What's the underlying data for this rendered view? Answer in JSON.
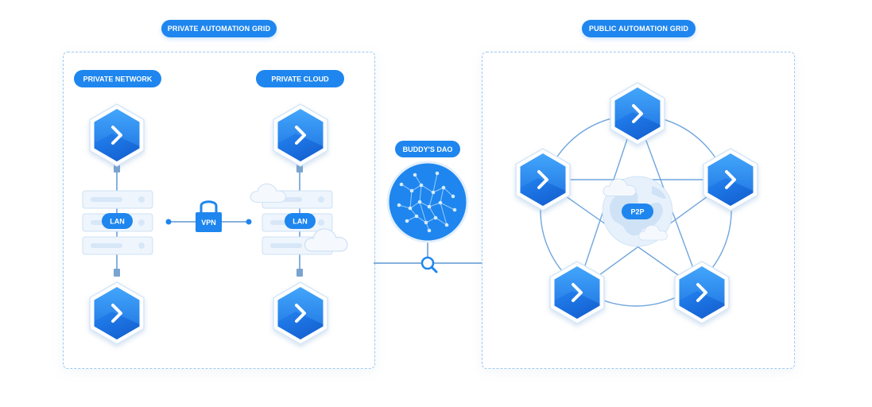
{
  "groups": {
    "private_grid": "PRIVATE AUTOMATION GRID",
    "public_grid": "PUBLIC AUTOMATION GRID"
  },
  "private": {
    "network_label": "PRIVATE NETWORK",
    "cloud_label": "PRIVATE CLOUD",
    "lan_label": "LAN",
    "vpn_label": "VPN"
  },
  "dao": {
    "label": "BUDDY'S DAO"
  },
  "public": {
    "p2p_label": "P2P"
  },
  "icons": {
    "node": "buddy-node-icon",
    "server": "server-rack-icon",
    "lock": "padlock-icon",
    "cloud": "cloud-icon",
    "globe": "globe-icon",
    "network": "network-graph-icon",
    "search": "magnifier-icon"
  },
  "colors": {
    "accent": "#1e86ee",
    "dark_blue": "#1565d8",
    "light_blue": "#dbeafb",
    "line": "#6fa6dd"
  }
}
